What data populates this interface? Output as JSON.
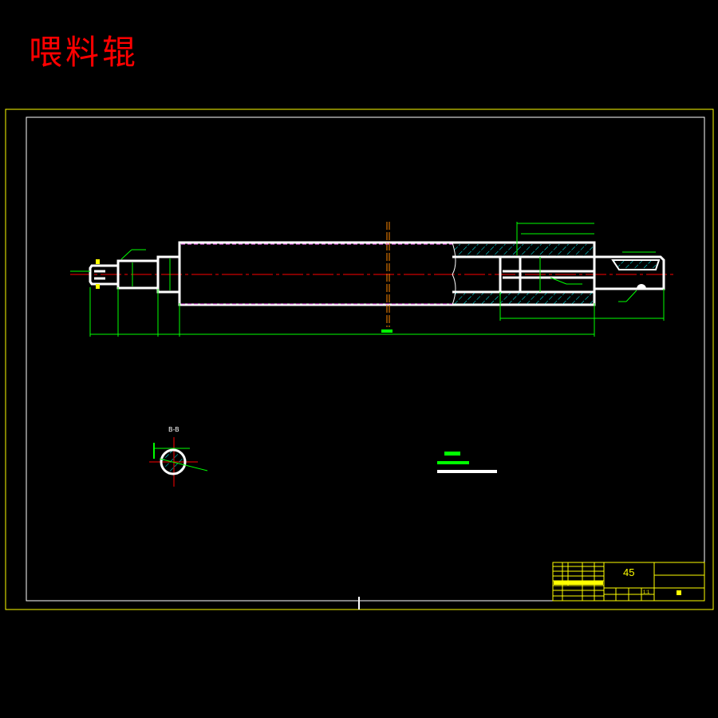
{
  "drawing": {
    "title": "喂料辊",
    "section_label": "B-B",
    "title_block": {
      "material": "45",
      "scale": "1:1"
    },
    "colors": {
      "outline": "#ffffff",
      "frame": "#ffff00",
      "dimension": "#00ff00",
      "centerline": "#ff0000",
      "hatch": "#00ffff",
      "title": "#ff0000"
    }
  }
}
